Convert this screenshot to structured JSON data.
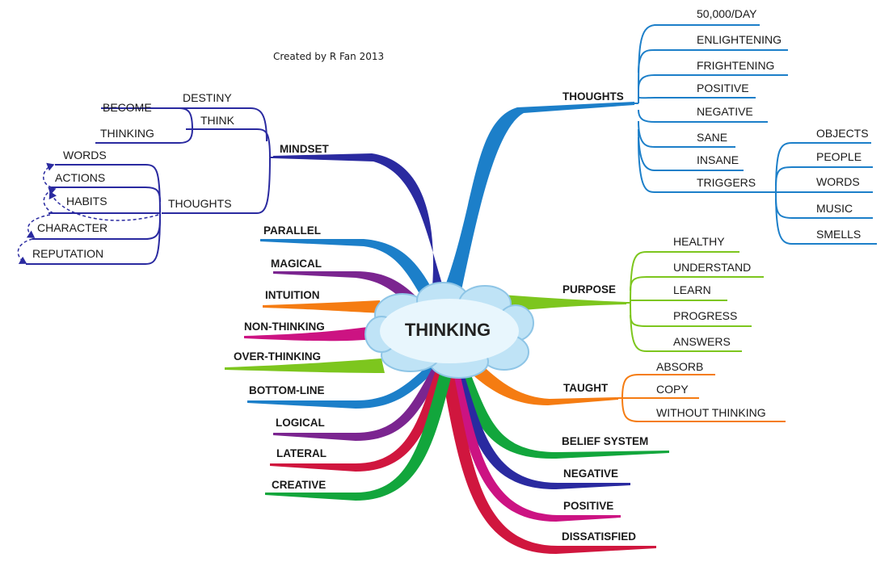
{
  "credit": "Created by R Fan 2013",
  "center": "THINKING",
  "colors": {
    "blue": "#1c7fc9",
    "navy": "#2a2aa0",
    "green": "#7dc61e",
    "orange": "#f57c12",
    "darkgreen": "#12a63c",
    "purple": "#7b2590",
    "magenta": "#cc1382",
    "red": "#d0163e"
  },
  "mindset": {
    "label": "MINDSET",
    "destiny": "DESTINY",
    "think": "THINK",
    "become": "BECOME",
    "thinking": "THINKING",
    "thoughts": "THOUGHTS",
    "chain": [
      "WORDS",
      "ACTIONS",
      "HABITS",
      "CHARACTER",
      "REPUTATION"
    ]
  },
  "thoughts": {
    "label": "THOUGHTS",
    "items": [
      "50,000/DAY",
      "ENLIGHTENING",
      "FRIGHTENING",
      "POSITIVE",
      "NEGATIVE",
      "SANE",
      "INSANE",
      "TRIGGERS"
    ],
    "triggers": [
      "OBJECTS",
      "PEOPLE",
      "WORDS",
      "MUSIC",
      "SMELLS"
    ]
  },
  "purpose": {
    "label": "PURPOSE",
    "items": [
      "HEALTHY",
      "UNDERSTAND",
      "LEARN",
      "PROGRESS",
      "ANSWERS"
    ]
  },
  "taught": {
    "label": "TAUGHT",
    "items": [
      "ABSORB",
      "COPY",
      "WITHOUT THINKING"
    ]
  },
  "right_branches": [
    "BELIEF SYSTEM",
    "NEGATIVE",
    "POSITIVE",
    "DISSATISFIED"
  ],
  "left_branches": [
    "PARALLEL",
    "MAGICAL",
    "INTUITION",
    "NON-THINKING",
    "OVER-THINKING",
    "BOTTOM-LINE",
    "LOGICAL",
    "LATERAL",
    "CREATIVE"
  ]
}
